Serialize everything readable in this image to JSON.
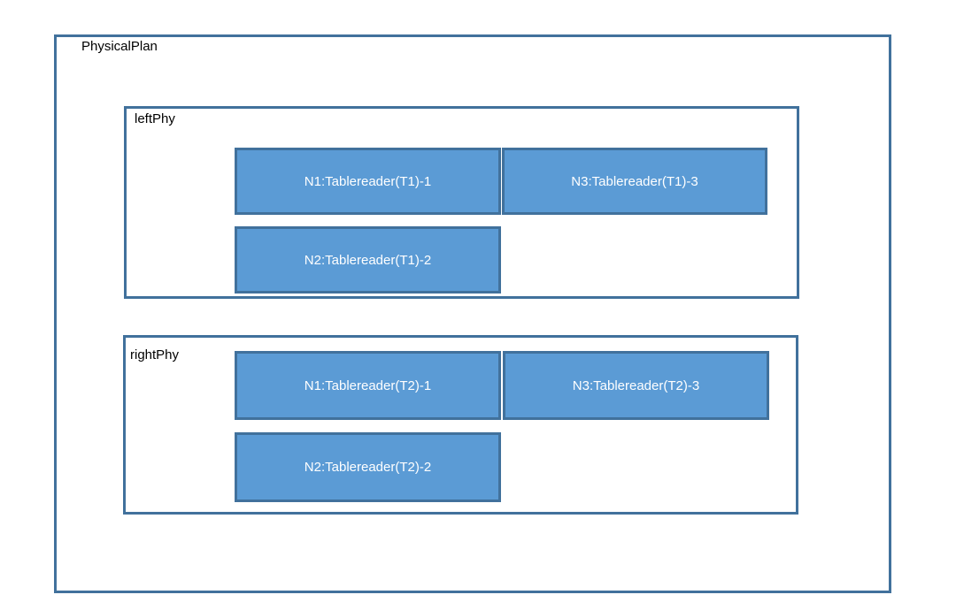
{
  "physical_plan": {
    "label": "PhysicalPlan",
    "left_phy": {
      "label": "leftPhy",
      "nodes": [
        "N1:Tablereader(T1)-1",
        "N3:Tablereader(T1)-3",
        "N2:Tablereader(T1)-2"
      ]
    },
    "right_phy": {
      "label": "rightPhy",
      "nodes": [
        "N1:Tablereader(T2)-1",
        "N3:Tablereader(T2)-3",
        "N2:Tablereader(T2)-2"
      ]
    }
  },
  "colors": {
    "node_fill": "#5b9bd5",
    "border": "#41719c",
    "node_text": "#ffffff"
  }
}
